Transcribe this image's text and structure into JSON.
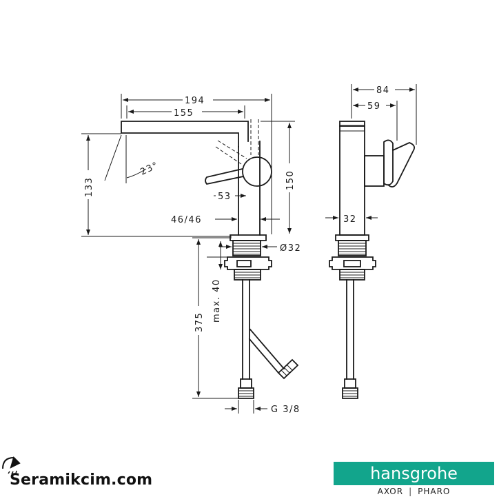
{
  "dimensions": {
    "d194": "194",
    "d155": "155",
    "d133": "133",
    "d23": "23°",
    "d150": "150",
    "d53": "53",
    "d4646": "46/46",
    "d32dia": "Ø32",
    "d375": "375",
    "dmax40": "max. 40",
    "dg38": "G 3/8",
    "d84": "84",
    "d59": "59",
    "d32": "32"
  },
  "watermark": {
    "text": "Seramikcim.com",
    "icon": "shower-head-icon"
  },
  "brand": {
    "name": "hansgrohe",
    "line": "AXOR",
    "collection": "PHARO",
    "color": "#12a58c"
  }
}
